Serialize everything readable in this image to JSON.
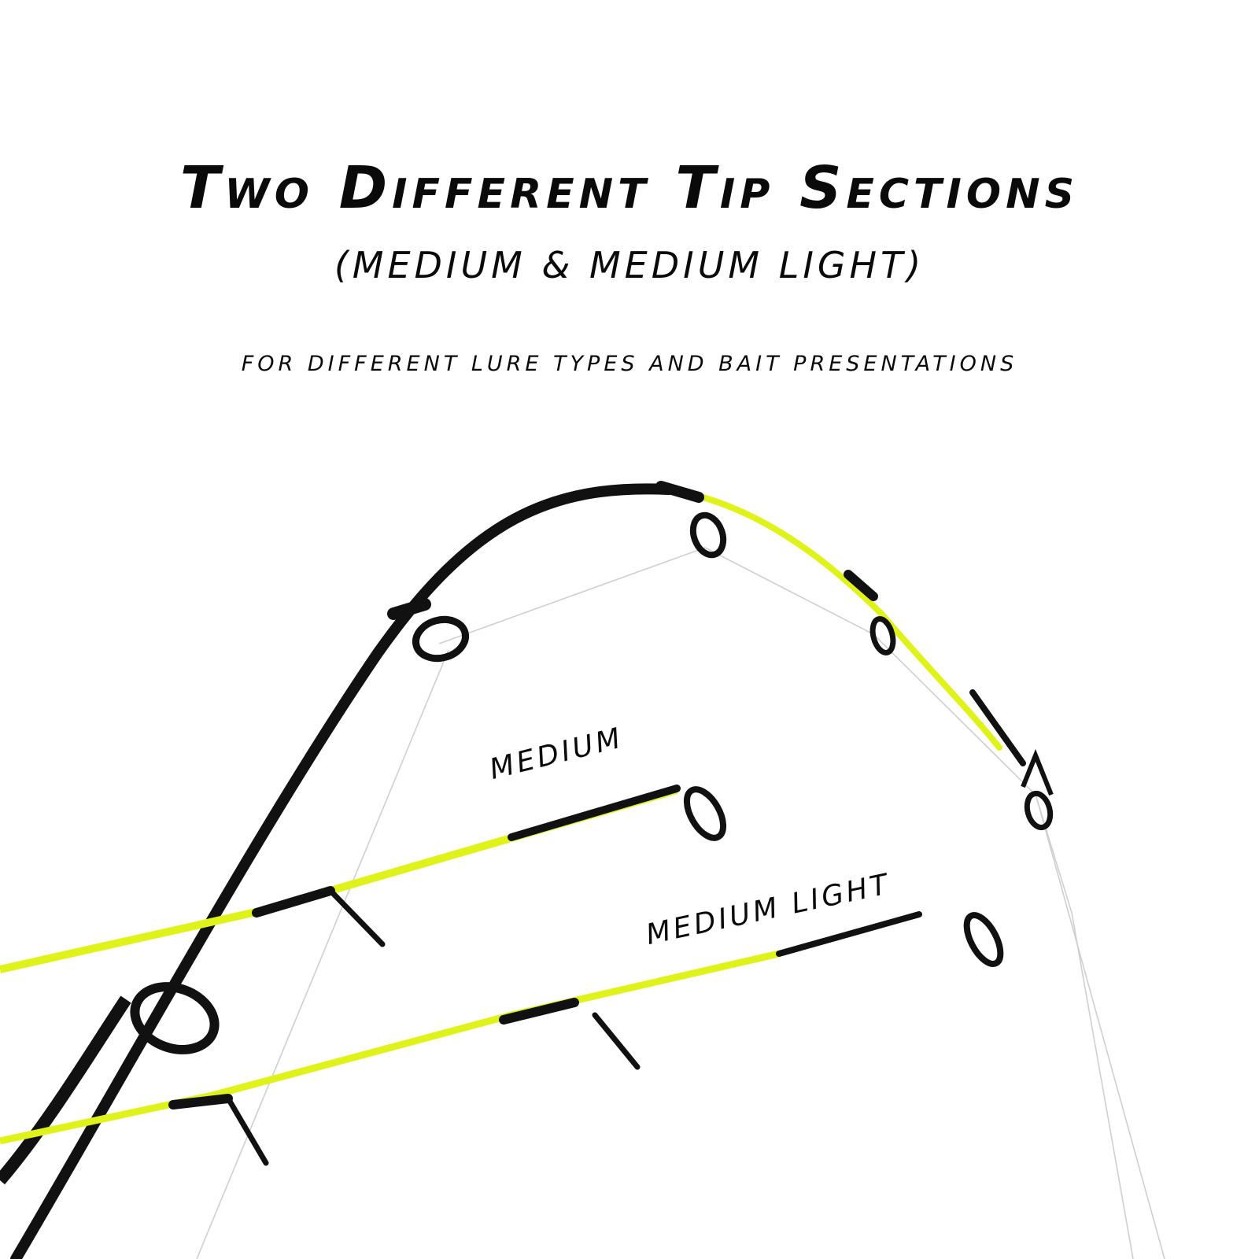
{
  "headline": "Two Different Tip Sections",
  "subheadline": "(medium & medium light)",
  "tagline": "for different lure types and bait presentations",
  "labels": {
    "medium": "medium",
    "medium_light": "medium light"
  },
  "colors": {
    "background": "#ffffff",
    "text": "#0a0a0a",
    "rod_blank": "#111111",
    "tip_highlight": "#dff21a",
    "line": "#cfcfcf"
  }
}
